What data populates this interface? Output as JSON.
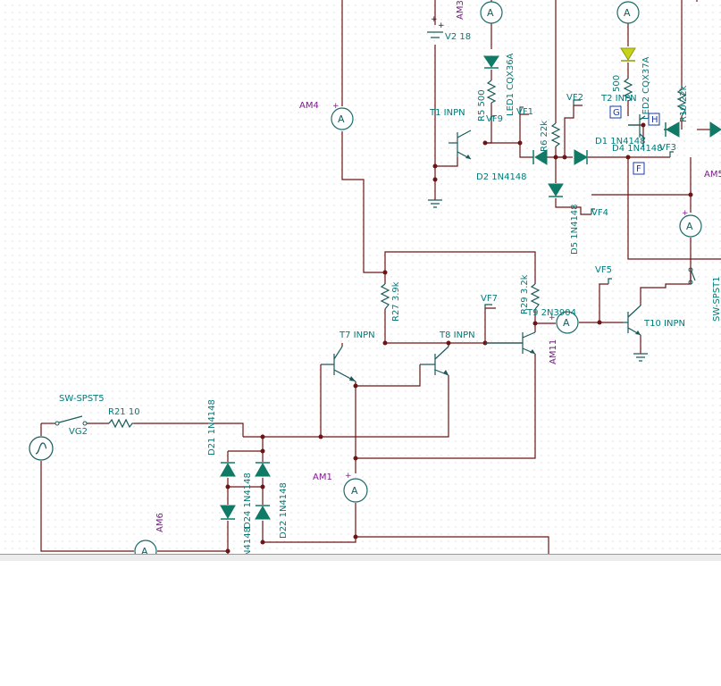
{
  "labels": {
    "am3": "AM3",
    "am4": "AM4",
    "am5": "AM5",
    "am6": "AM6",
    "am1": "AM1",
    "am11": "AM11",
    "v2": "V2 18",
    "led1": "LED1 CQX36A",
    "r5": "R5 500",
    "led2": "LED2 CQX37A",
    "r_500b": "500",
    "t1": "T1 INPN",
    "t2": "T2 INPN",
    "vf9": "VF9",
    "vf1": "VF1",
    "vf2": "VF2",
    "r6": "R6 22k",
    "d1": "D1 1N4148",
    "d4": "D4 1N4148",
    "vf3": "VF3",
    "r10": "R10 22k",
    "d2": "D2 1N4148",
    "d5": "D5 1N4148",
    "vf4": "VF4",
    "r27": "R27 3.9k",
    "r29": "R29 3.2k",
    "t9": "T9 2N3904",
    "vf7": "VF7",
    "vf5": "VF5",
    "t7": "T7 INPN",
    "t8": "T8 INPN",
    "t10": "T10 INPN",
    "sw_spst1": "SW-SPST1",
    "sw_spst5": "SW-SPST5",
    "r21": "R21 10",
    "vg2": "VG2",
    "d21": "D21 1N4148",
    "d24": "D24 1N4148",
    "d22": "D22 1N4148",
    "d_bottom": "N4148",
    "box_g": "G",
    "box_h": "H",
    "box_f": "F",
    "meter_symbol": "A"
  },
  "colors": {
    "wire": "#6e1414",
    "component": "#1a5a5a",
    "diode": "#0f7a66",
    "led_yellow": "#c8d21a",
    "label_teal": "#007a7a",
    "label_purple": "#7a1a8a",
    "box_blue": "#1a3aa8"
  }
}
